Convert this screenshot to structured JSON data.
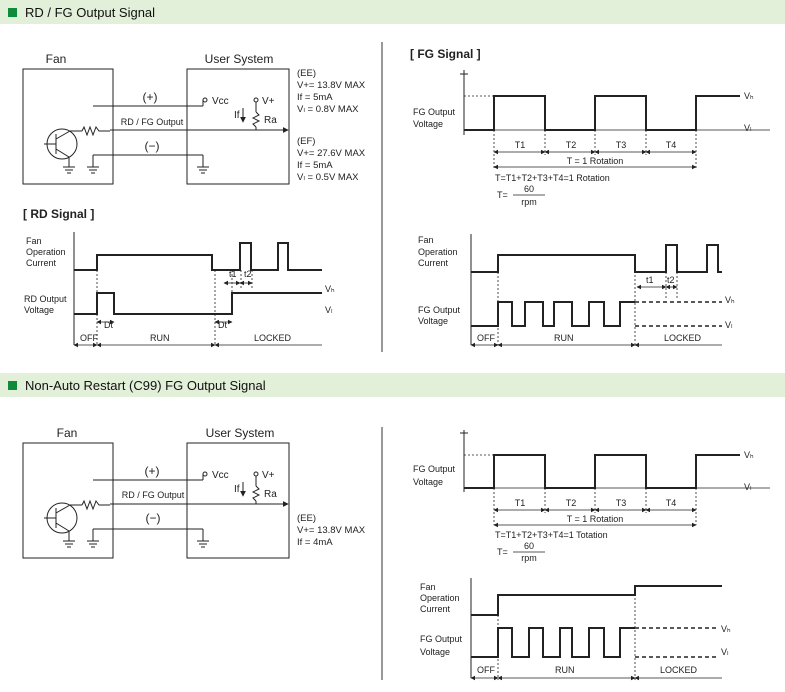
{
  "section1": {
    "title": "RD / FG Output Signal"
  },
  "section2": {
    "title": "Non-Auto Restart (C99) FG Output Signal"
  },
  "circuit1": {
    "fan_label": "Fan",
    "user_label": "User System",
    "plus_label": "(+)",
    "minus_label": "(−)",
    "signal_label": "RD / FG Output",
    "vcc_label": "Vcc",
    "vplus_label": "V+",
    "if_label": "If",
    "ra_label": "Ra",
    "specs_ee": [
      "(EE)",
      "V+= 13.8V MAX",
      "If   = 5mA",
      "Vₗ = 0.8V MAX"
    ],
    "specs_ef": [
      "(EF)",
      "V+= 27.6V MAX",
      "If   = 5mA",
      "Vₗ = 0.5V MAX"
    ]
  },
  "circuit2": {
    "fan_label": "Fan",
    "user_label": "User System",
    "plus_label": "(+)",
    "minus_label": "(−)",
    "signal_label": "RD / FG Output",
    "vcc_label": "Vcc",
    "vplus_label": "V+",
    "if_label": "If",
    "ra_label": "Ra",
    "specs_ee": [
      "(EE)",
      "V+= 13.8V MAX",
      "If   = 4mA"
    ]
  },
  "rd_signal": {
    "title": "[ RD Signal ]",
    "current_label": [
      "Fan",
      "Operation",
      "Current"
    ],
    "output_label": [
      "RD Output",
      "Voltage"
    ],
    "t1": "t1",
    "t2": "t2",
    "dt": "Dt",
    "vh": "Vₕ",
    "vl": "Vₗ",
    "phases": [
      "OFF",
      "RUN",
      "LOCKED"
    ]
  },
  "fg_signal": {
    "title": "[ FG Signal ]",
    "output_label": [
      "FG Output",
      "Voltage"
    ],
    "periods": [
      "T1",
      "T2",
      "T3",
      "T4"
    ],
    "rotation": "T = 1 Rotation",
    "sum_formula": "T=T1+T2+T3+T4=1 Rotation",
    "t_eq": "T=",
    "numerator": "60",
    "denominator": "rpm",
    "vh": "Vₕ",
    "vl": "Vₗ"
  },
  "fg_locked": {
    "current_label": [
      "Fan",
      "Operation",
      "Current"
    ],
    "output_label": [
      "FG Output",
      "Voltage"
    ],
    "t1": "t1",
    "t2": "t2",
    "vh": "Vₕ",
    "vl": "Vₗ",
    "phases": [
      "OFF",
      "RUN",
      "LOCKED"
    ]
  },
  "fg_signal2": {
    "output_label": [
      "FG Output",
      "Voltage"
    ],
    "periods": [
      "T1",
      "T2",
      "T3",
      "T4"
    ],
    "rotation": "T = 1 Rotation",
    "sum_formula": "T=T1+T2+T3+T4=1 Totation",
    "t_eq": "T=",
    "numerator": "60",
    "denominator": "rpm",
    "vh": "Vₕ",
    "vl": "Vₗ"
  },
  "c99_timing": {
    "current_label": [
      "Fan",
      "Operation",
      "Current"
    ],
    "output_label": [
      "FG Output",
      "Voltage"
    ],
    "vh": "Vₕ",
    "vl": "Vₗ",
    "phases": [
      "OFF",
      "RUN",
      "LOCKED"
    ]
  }
}
